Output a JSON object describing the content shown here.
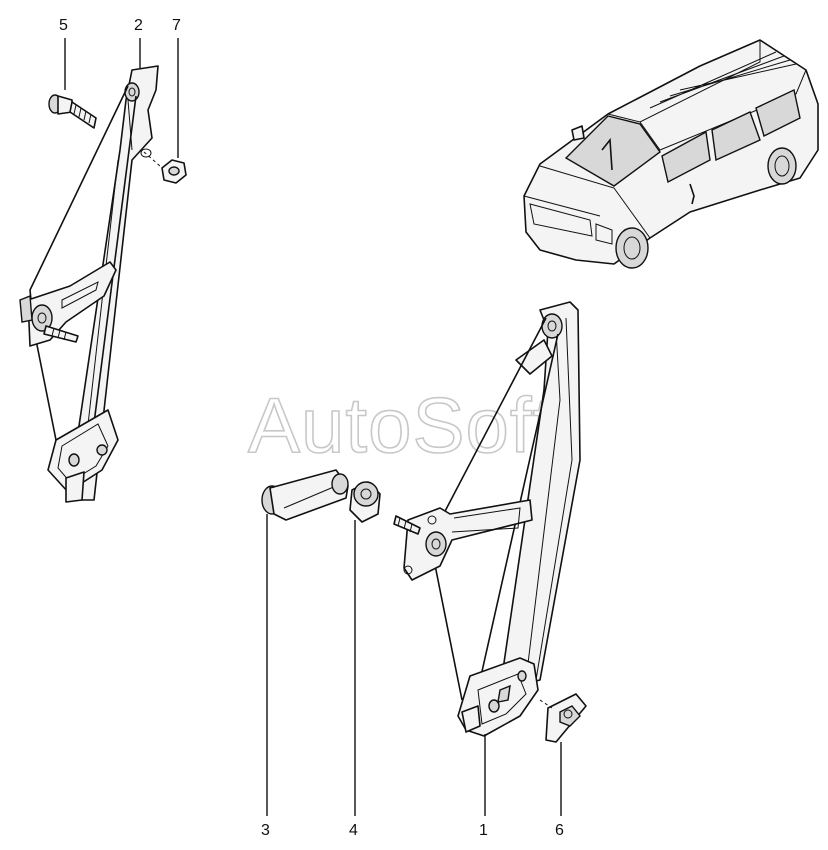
{
  "watermark": "AutoSoft",
  "callouts": [
    {
      "id": "callout-5",
      "label": "5"
    },
    {
      "id": "callout-2",
      "label": "2"
    },
    {
      "id": "callout-7",
      "label": "7"
    },
    {
      "id": "callout-3",
      "label": "3"
    },
    {
      "id": "callout-4",
      "label": "4"
    },
    {
      "id": "callout-1",
      "label": "1"
    },
    {
      "id": "callout-6",
      "label": "6"
    }
  ],
  "colors": {
    "ink": "#111111",
    "watermark": "#c8c8c8",
    "background": "#ffffff"
  }
}
